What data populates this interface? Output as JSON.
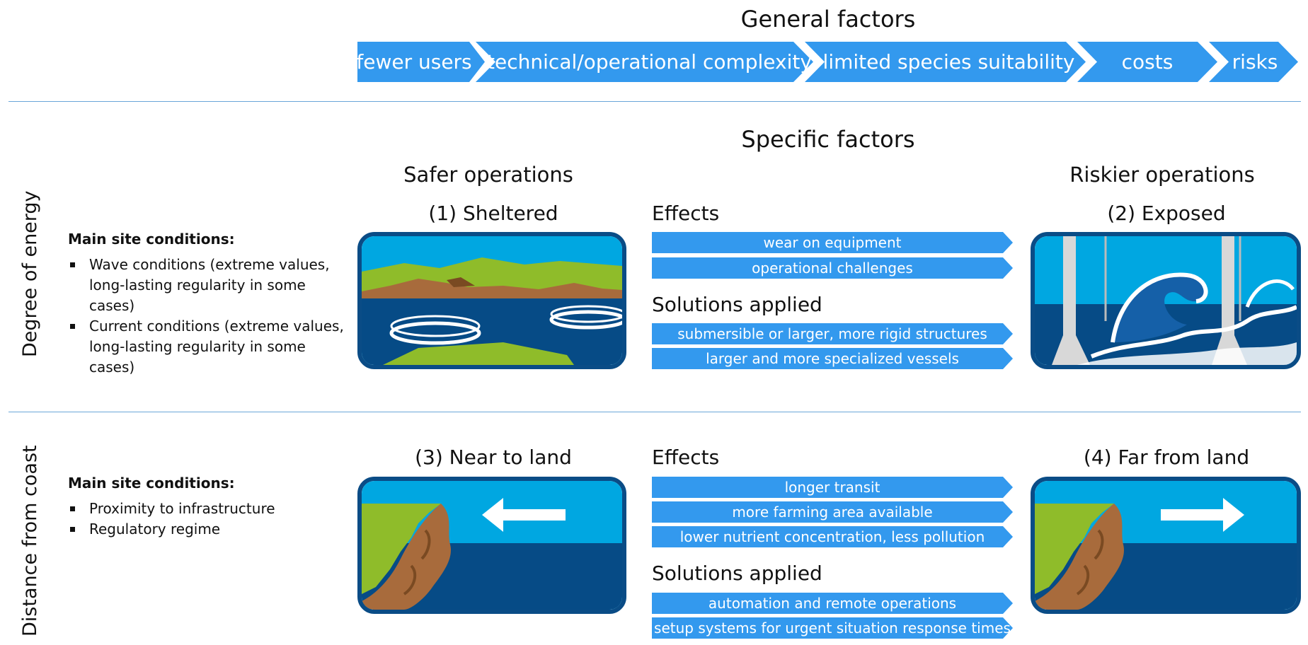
{
  "general": {
    "title": "General factors",
    "chevrons": [
      "fewer users",
      "technical/operational complexity",
      "limited species suitability",
      "costs",
      "risks"
    ]
  },
  "specific": {
    "title": "Specific factors",
    "safer_label": "Safer operations",
    "riskier_label": "Riskier operations"
  },
  "energy": {
    "axis_label": "Degree of energy",
    "conditions_heading": "Main site conditions:",
    "conditions": [
      "Wave conditions (extreme values, long-lasting regularity in some cases)",
      "Current conditions (extreme values, long-lasting regularity in some cases)"
    ],
    "left_panel_title": "(1) Sheltered",
    "right_panel_title": "(2) Exposed",
    "effects_heading": "Effects",
    "effects": [
      "wear on equipment",
      "operational challenges"
    ],
    "solutions_heading": "Solutions applied",
    "solutions": [
      "submersible or larger, more rigid structures",
      "larger and more specialized vessels"
    ]
  },
  "distance": {
    "axis_label": "Distance from coast",
    "conditions_heading": "Main site conditions:",
    "conditions": [
      "Proximity to infrastructure",
      "Regulatory regime"
    ],
    "left_panel_title": "(3) Near to land",
    "right_panel_title": "(4) Far from land",
    "effects_heading": "Effects",
    "effects": [
      "longer transit",
      "more farming area available",
      "lower nutrient concentration, less pollution"
    ],
    "solutions_heading": "Solutions applied",
    "solutions": [
      "automation and remote operations",
      "setup systems for urgent situation response times"
    ]
  },
  "colors": {
    "accent_blue": "#3399ee",
    "sky": "#00a7e1",
    "sea": "#064b86",
    "grass": "#8fbc2a",
    "earth": "#a86b3c"
  }
}
